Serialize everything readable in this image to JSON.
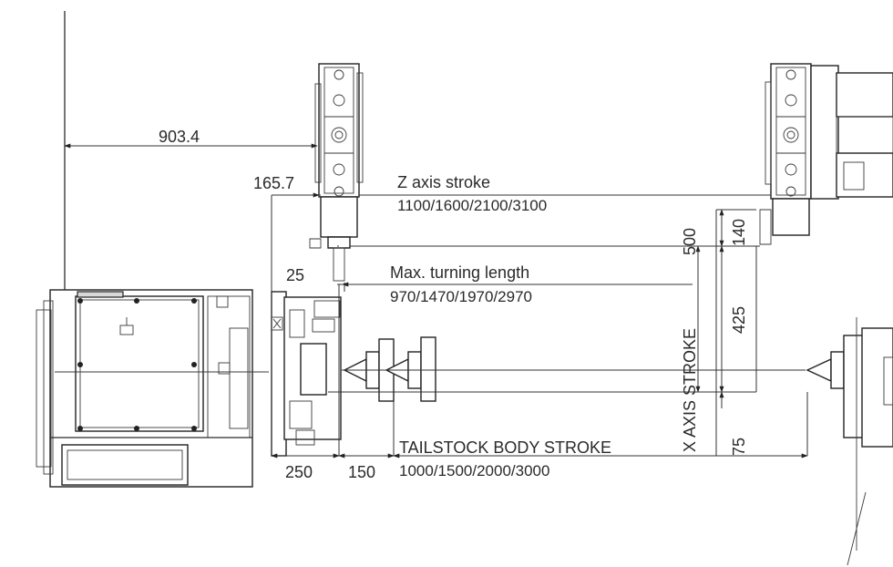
{
  "dimensions": {
    "d_903": "903.4",
    "d_165": "165.7",
    "d_25": "25",
    "d_250": "250",
    "d_150": "150",
    "d_140": "140",
    "d_425": "425",
    "d_75": "75",
    "d_500": "500"
  },
  "labels": {
    "z_axis_title": "Z axis stroke",
    "z_axis_values": "1100/1600/2100/3100",
    "turning_title": "Max. turning length",
    "turning_values": "970/1470/1970/2970",
    "x_axis": "X AXIS STROKE",
    "tailstock_title": "TAILSTOCK BODY STROKE",
    "tailstock_values": "1000/1500/2000/3000"
  }
}
